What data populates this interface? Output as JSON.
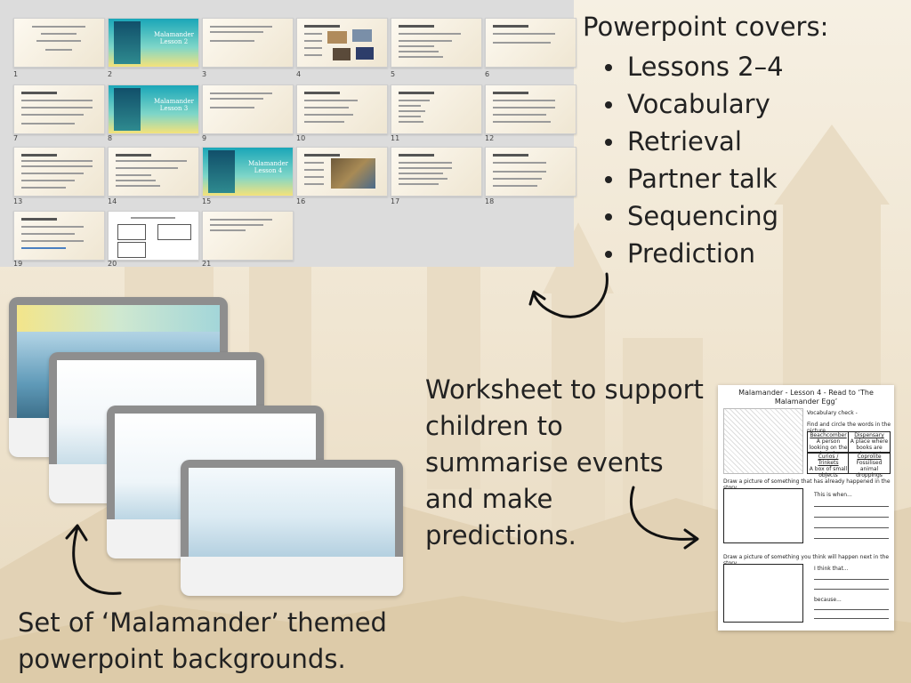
{
  "covers": {
    "title": "Powerpoint covers:",
    "items": [
      "Lessons 2–4",
      "Vocabulary",
      "Retrieval",
      "Partner talk",
      "Sequencing",
      "Prediction"
    ]
  },
  "worksheet_caption": "Worksheet to support children to summarise events and make predictions.",
  "backgrounds_caption": "Set of ‘Malamander’ themed powerpoint backgrounds.",
  "slides": {
    "numbers": [
      "1",
      "2",
      "3",
      "4",
      "5",
      "6",
      "7",
      "8",
      "9",
      "10",
      "11",
      "12",
      "13",
      "14",
      "15",
      "16",
      "17",
      "18",
      "19",
      "20",
      "21"
    ],
    "lesson2": "Malamander Lesson 2",
    "lesson3": "Malamander Lesson 3",
    "lesson4": "Malamander Lesson 4"
  },
  "worksheet": {
    "title": "Malamander - Lesson 4 - Read to ‘The Malamander Egg’",
    "vocab_check": "Vocabulary check -",
    "find_circle": "Find and circle the words in the picture.",
    "vocab": [
      {
        "word": "Beachcomber",
        "def": "A person looking on the beach"
      },
      {
        "word": "Dispensary",
        "def": "A place where books are given out"
      },
      {
        "word": "Curios / Trinkets",
        "def": "A box of small objects"
      },
      {
        "word": "Coprolite",
        "def": "Fossilised animal droppings"
      }
    ],
    "prompt_past": "Draw a picture of something that has already happened in the story.",
    "this_is_when": "This is when...",
    "prompt_future": "Draw a picture of something you think will happen next in the story.",
    "i_think": "I think that...",
    "because": "because..."
  }
}
